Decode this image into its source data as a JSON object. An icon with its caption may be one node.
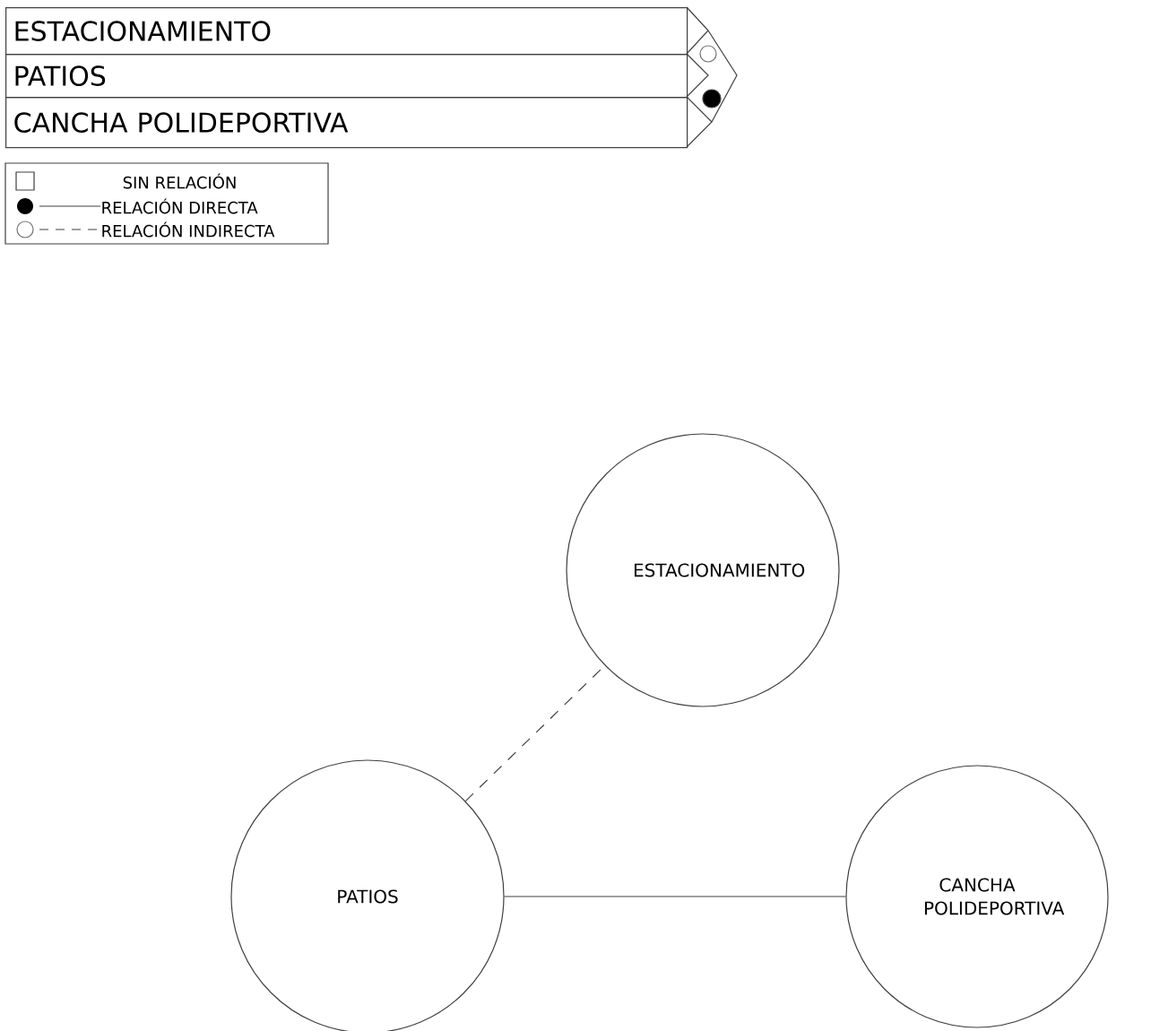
{
  "diagram": {
    "nodes": [
      {
        "text": [
          "ESTACIONAMIENTO"
        ]
      },
      {
        "text": [
          "PATIOS"
        ]
      },
      {
        "text": [
          "CANCHA POLIDEPORTIVA"
        ]
      },
      {
        "text": [
          "ESTACIONAMIENTO"
        ]
      },
      {
        "text": [
          "PATIOS"
        ]
      },
      {
        "text": [
          "CANCHA POLIDEPORTIVA"
        ]
      }
    ],
    "edges": [
      {
        "from": 4,
        "to": 3,
        "arrow": "none",
        "style": "dashed"
      },
      {
        "from": 4,
        "to": 5,
        "arrow": "none"
      }
    ],
    "legend": [
      {
        "text": "SIN RELACIÓN"
      },
      {
        "text": "RELACIÓN DIRECTA"
      },
      {
        "text": "RELACIÓN INDIRECTA"
      }
    ]
  }
}
